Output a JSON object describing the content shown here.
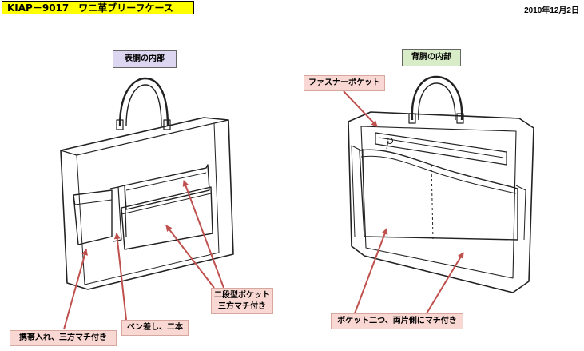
{
  "header": {
    "title": "KIAP－9017　ワニ革ブリーフケース",
    "date": "2010年12月2日"
  },
  "sections": {
    "front": "表胴の内部",
    "back": "背胴の内部"
  },
  "callouts": {
    "zipper_pocket": "ファスナーポケット",
    "phone_holder": "携帯入れ、三方マチ付き",
    "pen_holder": "ペン差し、二本",
    "double_pocket_line1": "二段型ポケット",
    "double_pocket_line2": "三方マチ付き",
    "two_pockets": "ポケット二つ、両片側にマチ付き"
  },
  "colors": {
    "title_bg": "#ffff00",
    "front_label_bg": "#dcd6f0",
    "back_label_bg": "#d7ecc7",
    "callout_bg": "#f9d7d2",
    "arrow": "#c0504d"
  }
}
